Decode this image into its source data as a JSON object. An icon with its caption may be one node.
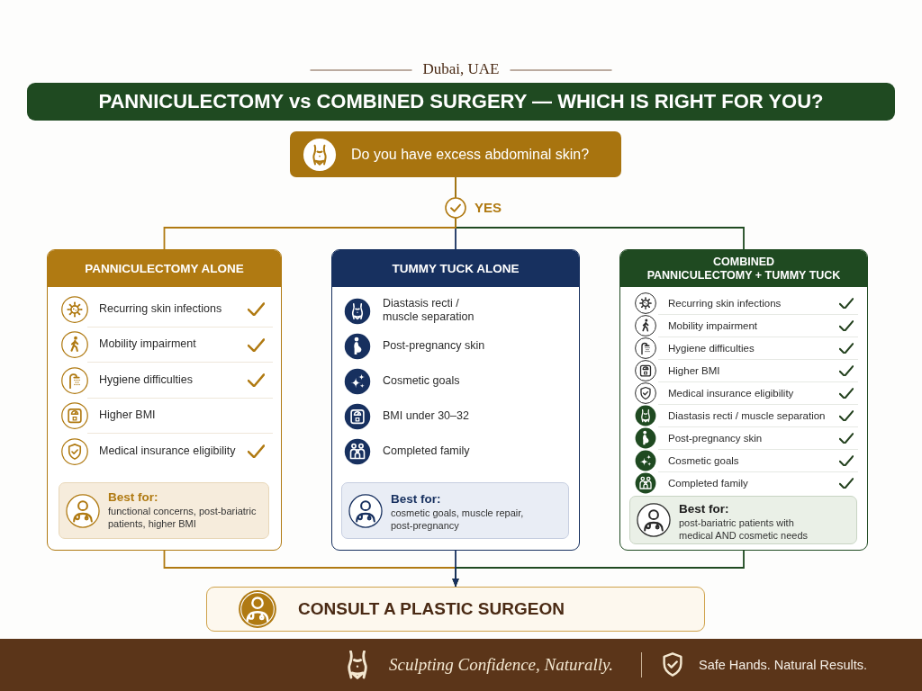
{
  "diagram": {
    "title": "PANNICULECTOMY vs COMBINED SURGERY — WHICH IS RIGHT FOR YOU?",
    "nodes": [
      {
        "text": [
          "Do you have excess abdominal skin?"
        ]
      },
      {
        "text": [
          "PANNICULECTOMY ALONE",
          "Recurring skin infections",
          "Mobility impairment",
          "Hygiene difficulties",
          "Higher BMI",
          "Medical insurance eligibility"
        ]
      },
      {
        "text": [
          "Best for:",
          "functional concerns, post-bariatric patients, higher BMI"
        ],
        "in": 1
      },
      {
        "text": [
          "TUMMY TUCK ALONE",
          "Diastasis recti / muscle separation",
          "Post-pregnancy skin",
          "Cosmetic goals",
          "BMI under 30–32",
          "Completed family"
        ]
      },
      {
        "text": [
          "Best for:",
          "cosmetic goals, muscle repair, post-pregnancy"
        ],
        "in": 3
      },
      {
        "text": [
          "COMBINED PANNICULECTOMY + TUMMY TUCK",
          "Recurring skin infections",
          "Mobility impairment",
          "Hygiene difficulties",
          "Higher BMI",
          "Medical insurance eligibility",
          "Diastasis recti / muscle separation",
          "Post-pregnancy skin",
          "Cosmetic goals",
          "Completed family"
        ]
      },
      {
        "text": [
          "Best for:",
          "post-bariatric patients with medical AND cosmetic needs"
        ],
        "in": 5
      },
      {
        "text": [
          "CONSULT A PLASTIC SURGEON"
        ]
      }
    ],
    "edges": [
      {
        "from": 0,
        "to": 1,
        "arrow": "none",
        "color": "#b07a12"
      },
      {
        "from": 0,
        "to": 3,
        "arrow": "none",
        "label": "YES",
        "color": "#17305f"
      },
      {
        "from": 0,
        "to": 5,
        "arrow": "none",
        "color": "#1f4a21"
      },
      {
        "from": 1,
        "to": 7,
        "arrow": "to",
        "color": "#b07a12"
      },
      {
        "from": 3,
        "to": 7,
        "arrow": "to",
        "color": "#17305f"
      },
      {
        "from": 5,
        "to": 7,
        "arrow": "to",
        "color": "#1f4a21"
      }
    ],
    "labels": [
      "Dubai, UAE",
      "Sculpting Confidence, Naturally.",
      "Safe Hands. Natural Results."
    ]
  }
}
